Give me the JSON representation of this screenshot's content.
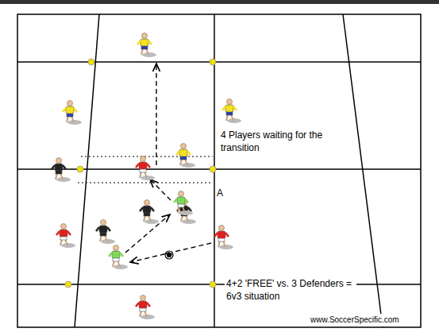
{
  "diagram": {
    "labels": [
      "4 Players waiting for the transition",
      "A",
      "4+2 'FREE' vs. 3 Defenders = 6v3 situation",
      "www.SoccerSpecific.com"
    ]
  }
}
